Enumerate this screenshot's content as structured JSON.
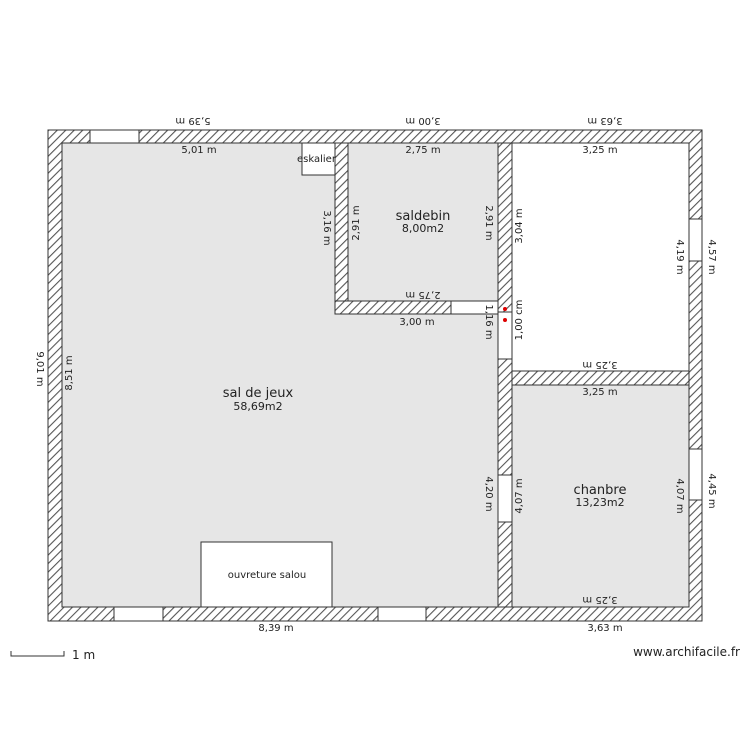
{
  "plan": {
    "rooms": [
      {
        "name": "sal de jeux",
        "area": "58,69m2"
      },
      {
        "name": "saldebin",
        "area": "8,00m2"
      },
      {
        "name": "chanbre",
        "area": "13,23m2"
      }
    ],
    "labels": {
      "eskalier": "eskalier",
      "ouverture": "ouvreture salou",
      "scale": "1 m",
      "watermark": "www.archifacile.fr"
    },
    "dims": {
      "top_outer_left": "5,39 m",
      "top_outer_mid": "3,00 m",
      "top_outer_right": "3,63 m",
      "top_inner_left": "5,01 m",
      "top_inner_mid": "2,75 m",
      "top_inner_right": "3,25 m",
      "left_outer": "9,01 m",
      "left_inner": "8,51 m",
      "bottom_left": "8,39 m",
      "bottom_right": "3,63 m",
      "bottom_right_inner": "3,25 m",
      "right_top_outer": "4,57 m",
      "right_top_inner": "4,19 m",
      "right_bottom_outer": "4,45 m",
      "right_bottom_inner": "4,07 m",
      "sdb_left_outer": "3,16 m",
      "sdb_left_inner": "2,91 m",
      "sdb_right_inner": "2,91 m",
      "sdb_bottom_inner": "2,75 m",
      "sdb_bottom_outer": "3,00 m",
      "part_top": "3,04 m",
      "part_mid": "1,16 m",
      "part_label": "1,00 cm",
      "part_bottom_left": "4,20 m",
      "part_bottom_inner": "4,07 m",
      "mid_room_top_inner": "3,25 m",
      "mid_room_top_outer": "3,25 m"
    }
  },
  "colors": {
    "wall": "#555555",
    "floor_gray": "#e6e6e6",
    "floor_white": "#ffffff",
    "marker": "#dd0000"
  }
}
